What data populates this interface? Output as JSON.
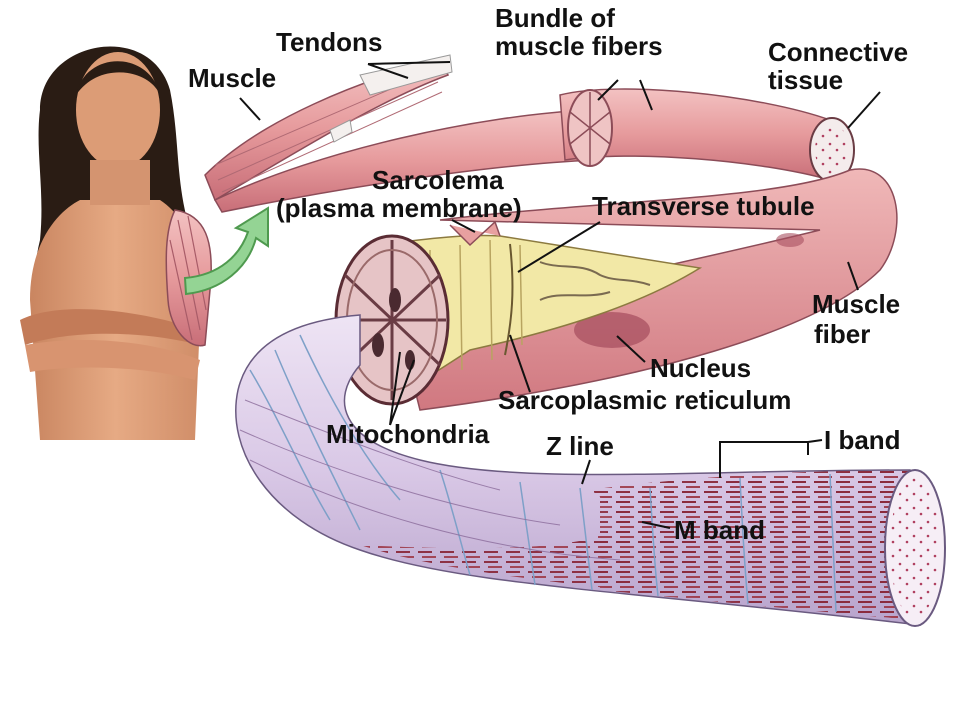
{
  "labels": {
    "tendons": "Tendons",
    "muscle": "Muscle",
    "bundle_line1": "Bundle of",
    "bundle_line2": "muscle fibers",
    "connective_line1": "Connective",
    "connective_line2": "tissue",
    "sarcolema_line1": "Sarcolema",
    "sarcolema_line2": "(plasma membrane)",
    "transverse_tubule": "Transverse tubule",
    "muscle_fiber_line1": "Muscle",
    "muscle_fiber_line2": "fiber",
    "nucleus": "Nucleus",
    "sarcoplasmic_reticulum": "Sarcoplasmic reticulum",
    "mitochondria": "Mitochondria",
    "z_line": "Z line",
    "i_band": "I band",
    "m_band": "M band"
  },
  "colors": {
    "muscle_pink": "#e8a0a0",
    "muscle_dark": "#c06070",
    "skin": "#e0a07a",
    "arrow_green": "#8fd08f",
    "myofibril_stripe": "#7a2030",
    "sr_yellow": "#f2e8a8",
    "myofibril_lilac": "#d8c8e8"
  }
}
